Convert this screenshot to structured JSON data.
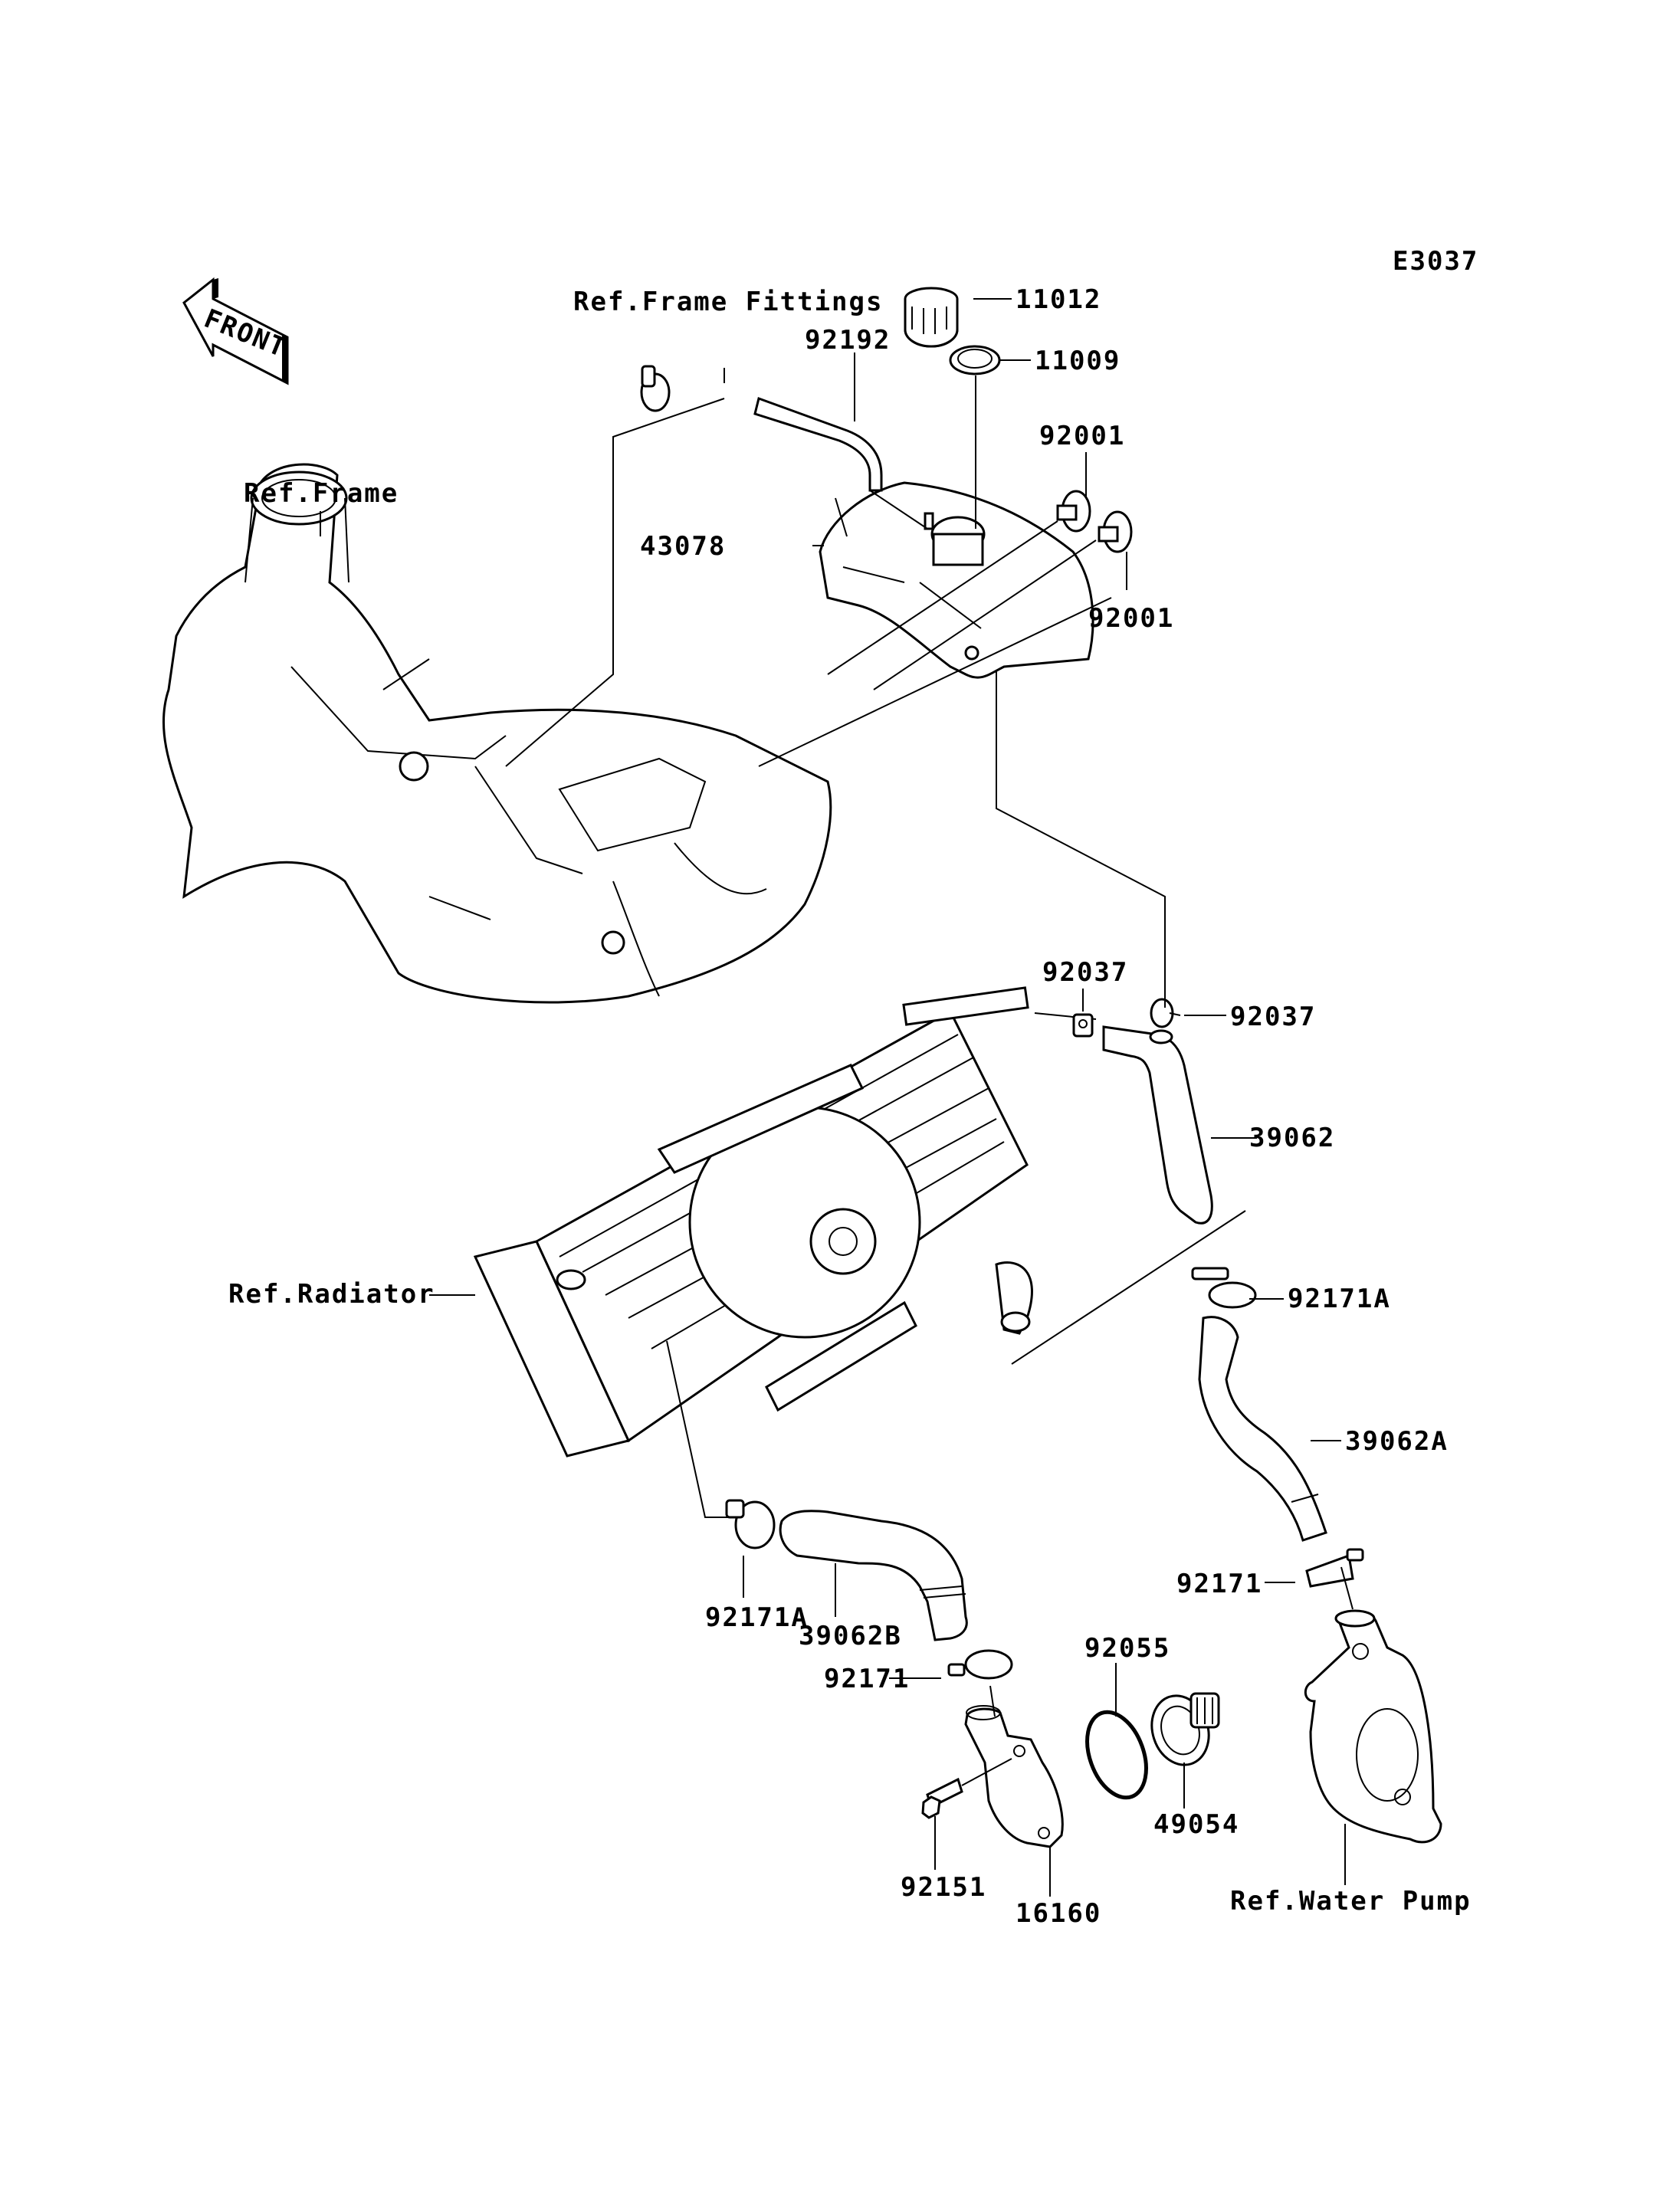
{
  "diagram": {
    "code": "E3037",
    "front_indicator": "FRONT",
    "references": {
      "frame_fittings": "Ref.Frame Fittings",
      "frame": "Ref.Frame",
      "radiator": "Ref.Radiator",
      "water_pump": "Ref.Water Pump"
    },
    "parts": {
      "cap": "11012",
      "gasket": "11009",
      "breather_hose": "92192",
      "reserve_tank": "43078",
      "bolt_upper": "92001",
      "bolt_lower": "92001",
      "clamp_left": "92037",
      "clamp_right": "92037",
      "overflow_hose": "39062",
      "clamp_a_upper": "92171A",
      "hose_a": "39062A",
      "clamp_pump": "92171",
      "clamp_a_lower": "92171A",
      "hose_b": "39062B",
      "clamp_thermo": "92171",
      "o_ring": "92055",
      "thermostat": "49054",
      "bolt_cover": "92151",
      "thermo_cover": "16160"
    }
  }
}
